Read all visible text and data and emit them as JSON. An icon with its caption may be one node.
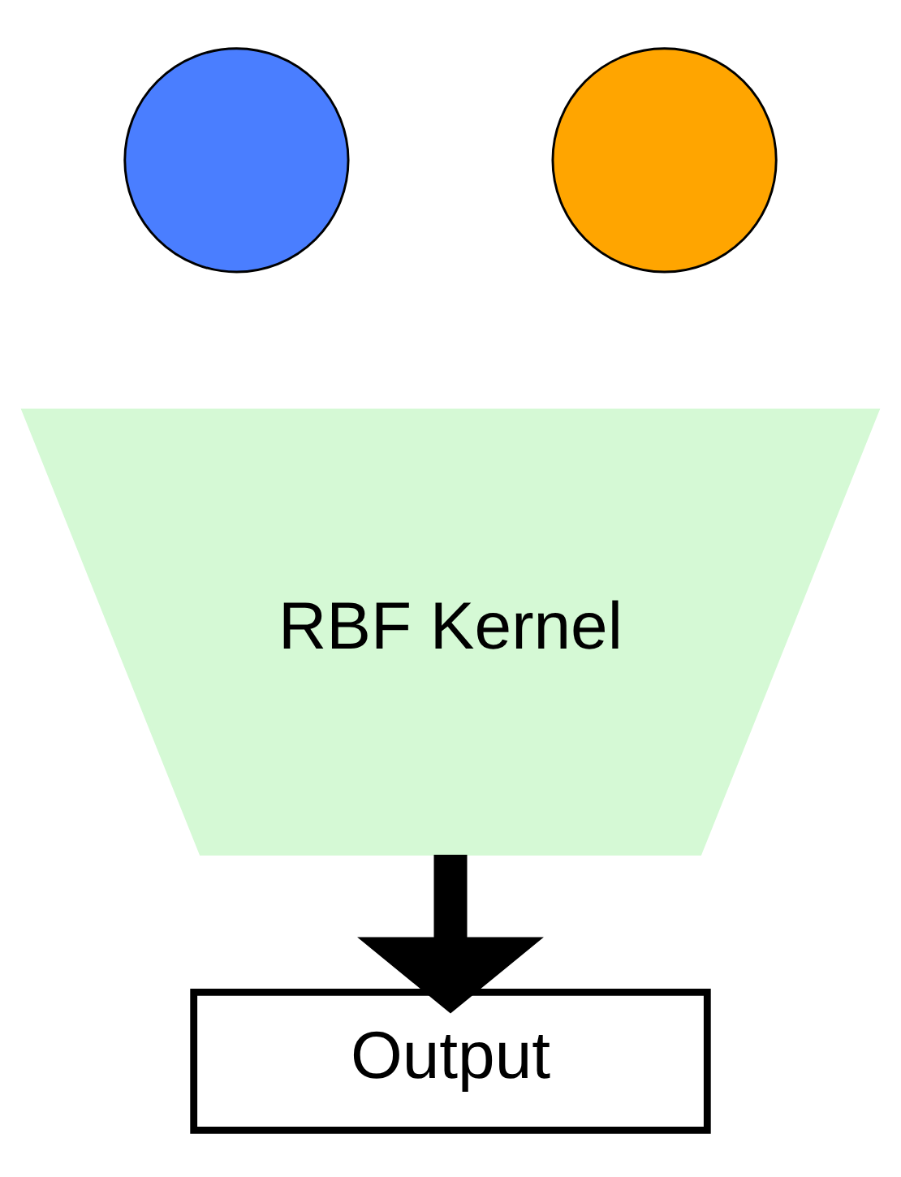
{
  "diagram": {
    "nodes": [
      {
        "text": [],
        "shape": "circle"
      },
      {
        "text": [],
        "shape": "circle"
      },
      {
        "text": [
          "RBF Kernel"
        ]
      },
      {
        "text": [
          "Output"
        ]
      }
    ],
    "edges": [
      {
        "from": 2,
        "to": 3,
        "arrow": "to"
      }
    ]
  }
}
